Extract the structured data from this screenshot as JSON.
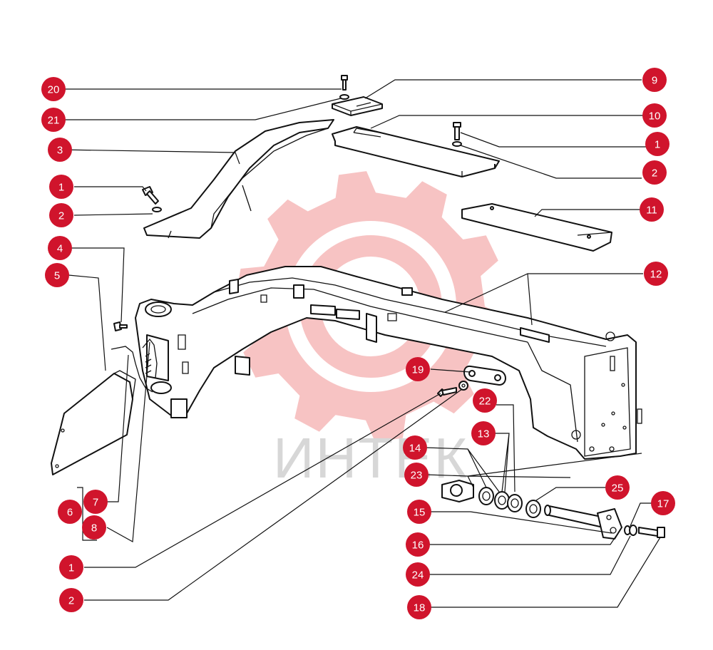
{
  "watermark": {
    "text": "ИНТЕК",
    "gear_color": "#f6b8b8",
    "text_color": "#d7d7d7",
    "icon": "gear-icon"
  },
  "callout_color": "#d0142c",
  "callouts": [
    {
      "id": "c20",
      "label": "20"
    },
    {
      "id": "c21",
      "label": "21"
    },
    {
      "id": "c3",
      "label": "3"
    },
    {
      "id": "c1a",
      "label": "1"
    },
    {
      "id": "c2a",
      "label": "2"
    },
    {
      "id": "c4",
      "label": "4"
    },
    {
      "id": "c5",
      "label": "5"
    },
    {
      "id": "c9",
      "label": "9"
    },
    {
      "id": "c10",
      "label": "10"
    },
    {
      "id": "c1b",
      "label": "1"
    },
    {
      "id": "c2b",
      "label": "2"
    },
    {
      "id": "c11",
      "label": "11"
    },
    {
      "id": "c12",
      "label": "12"
    },
    {
      "id": "c19",
      "label": "19"
    },
    {
      "id": "c22",
      "label": "22"
    },
    {
      "id": "c13",
      "label": "13"
    },
    {
      "id": "c14",
      "label": "14"
    },
    {
      "id": "c23",
      "label": "23"
    },
    {
      "id": "c25",
      "label": "25"
    },
    {
      "id": "c15",
      "label": "15"
    },
    {
      "id": "c17",
      "label": "17"
    },
    {
      "id": "c16",
      "label": "16"
    },
    {
      "id": "c24",
      "label": "24"
    },
    {
      "id": "c18",
      "label": "18"
    },
    {
      "id": "c7",
      "label": "7"
    },
    {
      "id": "c6",
      "label": "6"
    },
    {
      "id": "c8",
      "label": "8"
    },
    {
      "id": "c1c",
      "label": "1"
    },
    {
      "id": "c2c",
      "label": "2"
    }
  ]
}
